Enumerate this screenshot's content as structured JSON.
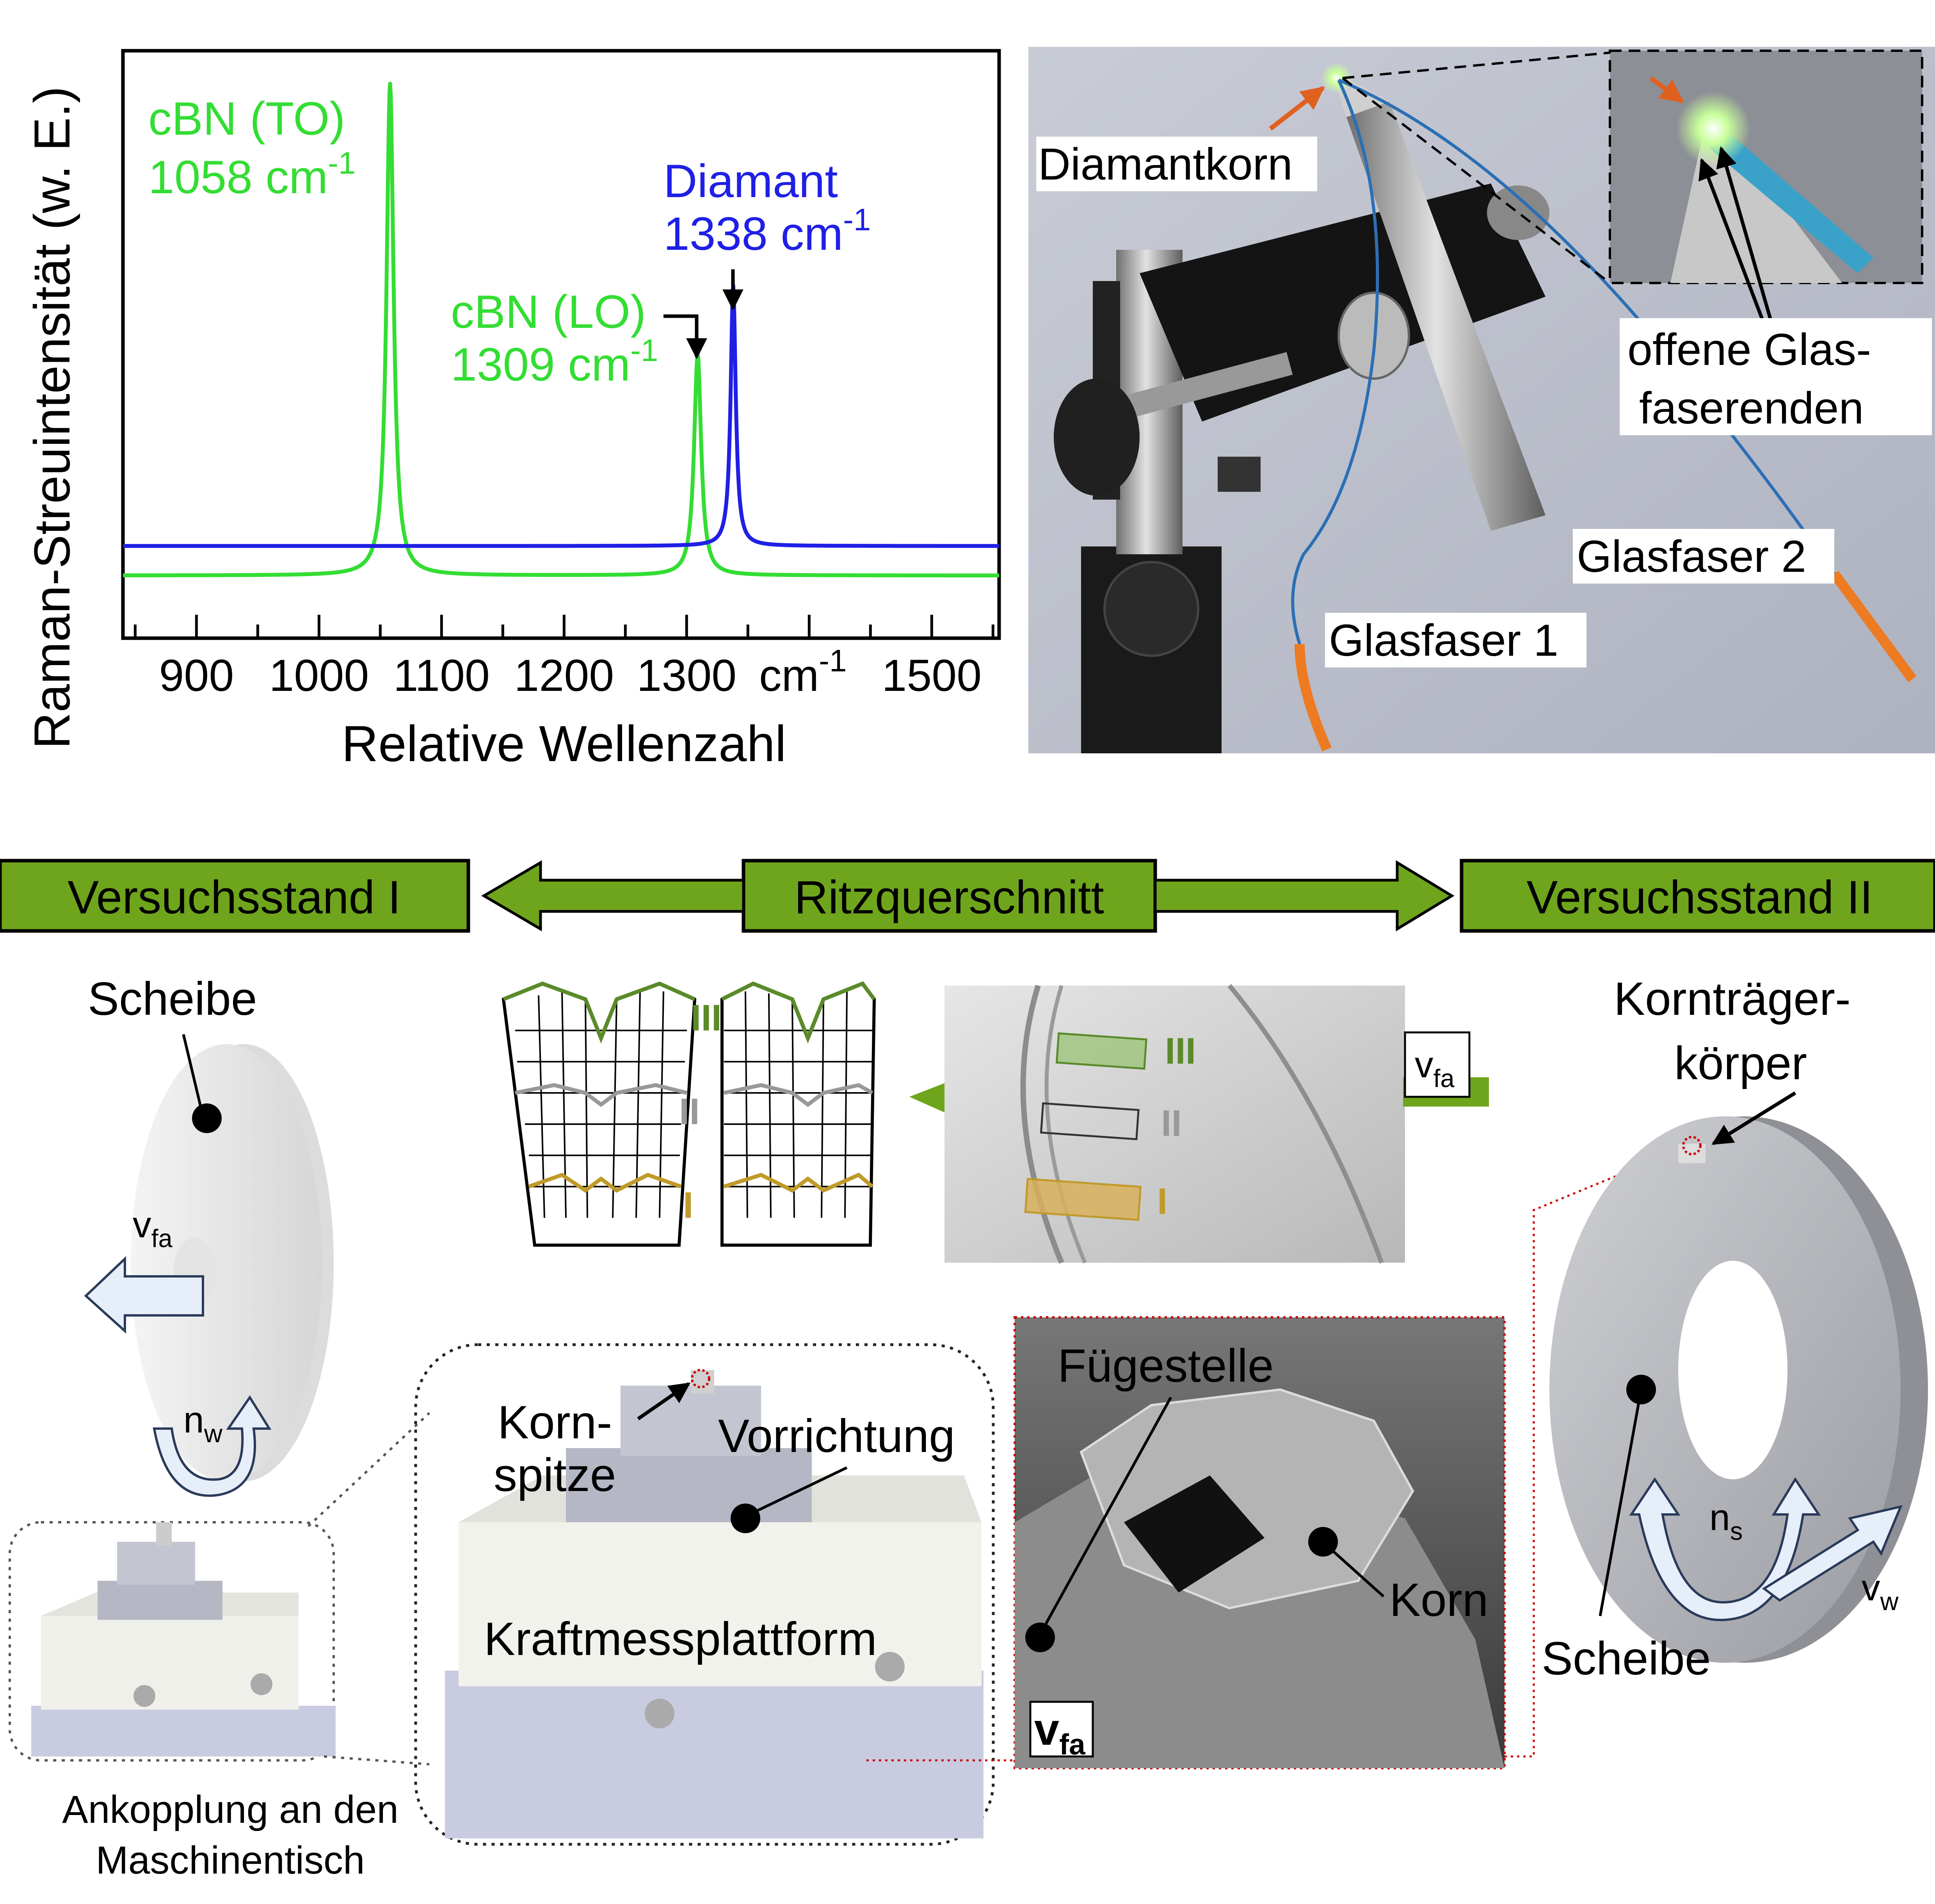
{
  "chart_data": {
    "type": "line",
    "ylabel": "Raman-Streuintensität (w. E.)",
    "xlabel": "Relative Wellenzahl",
    "xunit": "cm",
    "xunit_sup": "-1",
    "xlim": [
      840,
      1555
    ],
    "xticks": [
      900,
      1000,
      1100,
      1200,
      1300,
      1500
    ],
    "series": [
      {
        "name": "cBN",
        "color": "#33dd33",
        "baseline": 0.06,
        "peaks": [
          {
            "x": 1058,
            "height": 1.0,
            "width": 3.5
          },
          {
            "x": 1309,
            "height": 0.45,
            "width": 3.5
          }
        ]
      },
      {
        "name": "Diamant",
        "color": "#1f1fe6",
        "baseline": 0.12,
        "peaks": [
          {
            "x": 1338,
            "height": 0.53,
            "width": 2.5
          }
        ]
      }
    ],
    "annotations": {
      "to_name": "cBN (TO)",
      "to_value": "1058 cm",
      "to_sup": "-1",
      "lo_name": "cBN (LO)",
      "lo_value": "1309 cm",
      "lo_sup": "-1",
      "dia_name": "Diamant",
      "dia_value": "1338 cm",
      "dia_sup": "-1"
    }
  },
  "photo": {
    "diamantkorn": "Diamantkorn",
    "offene_1": "offene Glas-",
    "offene_2": "faserenden",
    "glasfaser2": "Glasfaser 2",
    "glasfaser1": "Glasfaser 1"
  },
  "banner": {
    "left": "Versuchsstand I",
    "center": "Ritzquerschnitt",
    "right": "Versuchsstand II"
  },
  "labels": {
    "scheibe_left": "Scheibe",
    "v": "v",
    "fa": "fa",
    "n": "n",
    "w": "w",
    "s": "s",
    "ankopplung_1": "Ankopplung an den",
    "ankopplung_2": "Maschinentisch",
    "korn_spitze_1": "Korn-",
    "korn_spitze_2": "spitze",
    "vorrichtung": "Vorrichtung",
    "kraftmess": "Kraftmessplattform",
    "fuegestelle": "Fügestelle",
    "korn": "Korn",
    "korntraeger_1": "Kornträger-",
    "korntraeger_2": "körper",
    "scheibe_right": "Scheibe",
    "roman_3": "III",
    "roman_2": "II",
    "roman_1": "I"
  },
  "colors": {
    "banner_fill": "#6fa51c",
    "cbn": "#33dd33",
    "diamant": "#1f1fe6",
    "level_3": "#5a8a2a",
    "level_2": "#999999",
    "level_1": "#c09a2a",
    "highlight_red": "#cc0000",
    "orange": "#e06020"
  }
}
